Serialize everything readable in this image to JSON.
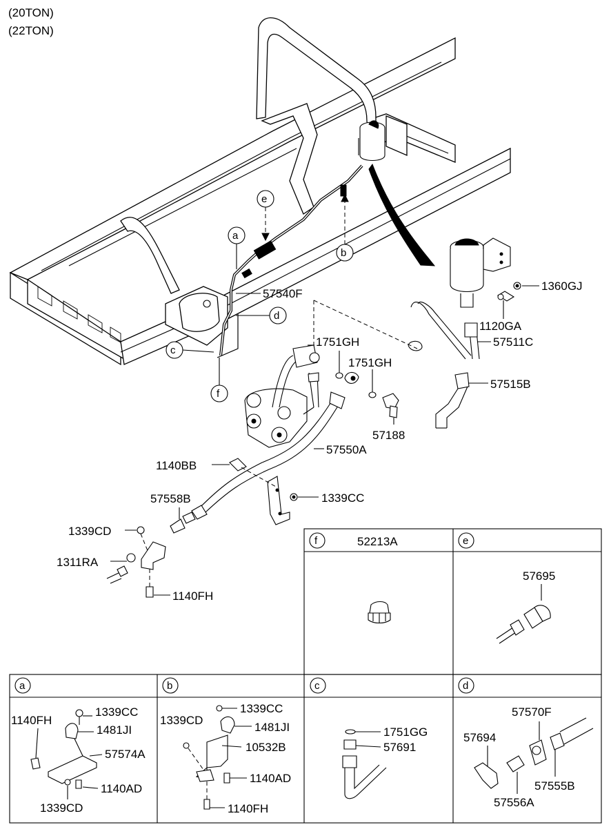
{
  "header": {
    "line1": "(20TON)",
    "line2": "(22TON)"
  },
  "callouts": {
    "a": "a",
    "b": "b",
    "c": "c",
    "d": "d",
    "e": "e",
    "f": "f"
  },
  "main_labels": {
    "p57540F": "57540F",
    "p1360GJ": "1360GJ",
    "p1120GA": "1120GA",
    "p57511C": "57511C",
    "p1751GH_1": "1751GH",
    "p1751GH_2": "1751GH",
    "p57515B": "57515B",
    "p57188": "57188",
    "p57550A": "57550A",
    "p1140BB": "1140BB",
    "p1339CC": "1339CC",
    "p57558B": "57558B",
    "p1339CD": "1339CD",
    "p1311RA": "1311RA",
    "p1140FH": "1140FH"
  },
  "panels": {
    "f": {
      "tag": "f",
      "part": "52213A"
    },
    "e": {
      "tag": "e",
      "part": "57695"
    },
    "a": {
      "tag": "a",
      "labels": [
        "1140FH",
        "1339CC",
        "1481JI",
        "57574A",
        "1140AD",
        "1339CD"
      ]
    },
    "b": {
      "tag": "b",
      "labels": [
        "1339CD",
        "1339CC",
        "1481JI",
        "10532B",
        "1140AD",
        "1140FH"
      ]
    },
    "c": {
      "tag": "c",
      "labels": [
        "1751GG",
        "57691"
      ]
    },
    "d": {
      "tag": "d",
      "labels": [
        "57570F",
        "57694",
        "57555B",
        "57556A"
      ]
    }
  }
}
